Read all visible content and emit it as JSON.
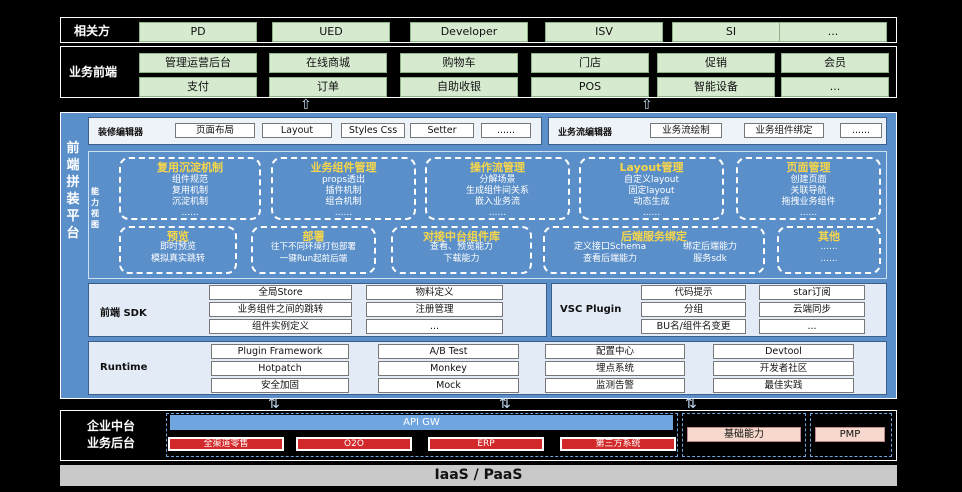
{
  "stakeholders": {
    "label": "相关方",
    "items": [
      "PD",
      "UED",
      "Developer",
      "ISV",
      "SI",
      "..."
    ]
  },
  "frontend": {
    "label": "业务前端",
    "row1": [
      "管理运营后台",
      "在线商城",
      "购物车",
      "门店",
      "促销",
      "会员"
    ],
    "row2": [
      "支付",
      "订单",
      "自助收银",
      "POS",
      "智能设备",
      "..."
    ]
  },
  "platform": {
    "label_chars": [
      "前",
      "端",
      "拼",
      "装",
      "平",
      "台"
    ],
    "decoration_editor": {
      "label": "装修编辑器",
      "tags": [
        "页面布局",
        "Layout",
        "Styles Css",
        "Setter",
        "......"
      ]
    },
    "flow_editor": {
      "label": "业务流编辑器",
      "tags": [
        "业务流绘制",
        "业务组件绑定",
        "......"
      ]
    },
    "capability_view": {
      "label_chars": [
        "能",
        "力",
        "视",
        "图"
      ]
    },
    "capabilities_row1": [
      {
        "title": "复用沉淀机制",
        "lines": [
          "组件规范",
          "复用机制",
          "沉淀机制",
          "......"
        ]
      },
      {
        "title": "业务组件管理",
        "lines": [
          "props透出",
          "插件机制",
          "组合机制",
          "......"
        ]
      },
      {
        "title": "操作流管理",
        "lines": [
          "分解场景",
          "生成组件间关系",
          "嵌入业务流",
          "......"
        ]
      },
      {
        "title": "Layout管理",
        "lines": [
          "自定义layout",
          "固定layout",
          "动态生成",
          "......"
        ]
      },
      {
        "title": "页面管理",
        "lines": [
          "创建页面",
          "关联导航",
          "拖拽业务组件",
          "......"
        ]
      }
    ],
    "capabilities_row2": [
      {
        "title": "预览",
        "lines": [
          "即时预览",
          "模拟真实跳转"
        ]
      },
      {
        "title": "部署",
        "lines": [
          "往下不同环境打包部署",
          "一键Run起前后端"
        ]
      },
      {
        "title": "对接中台组件库",
        "lines": [
          "查看、预览能力",
          "下载能力"
        ]
      },
      {
        "title": "后端服务绑定",
        "lines_left": [
          "定义接口Schema",
          "查看后端能力"
        ],
        "lines_right": [
          "绑定后端能力",
          "服务sdk"
        ]
      },
      {
        "title": "其他",
        "lines": [
          "......",
          "......"
        ]
      }
    ],
    "sdk": {
      "label": "前端 SDK",
      "col1": [
        "全局Store",
        "业务组件之间的跳转",
        "组件实例定义"
      ],
      "col2": [
        "物料定义",
        "注册管理",
        "..."
      ]
    },
    "vsc": {
      "label": "VSC Plugin",
      "col1": [
        "代码提示",
        "分组",
        "BU名/组件名变更"
      ],
      "col2": [
        "star订阅",
        "云端同步",
        "..."
      ]
    },
    "runtime": {
      "label": "Runtime",
      "col1": [
        "Plugin Framework",
        "Hotpatch",
        "安全加固"
      ],
      "col2": [
        "A/B Test",
        "Monkey",
        "Mock"
      ],
      "col3": [
        "配置中心",
        "埋点系统",
        "监测告警"
      ],
      "col4": [
        "Devtool",
        "开发者社区",
        "最佳实践"
      ]
    }
  },
  "backend": {
    "label": [
      "企业中台",
      "业务后台"
    ],
    "api": "API GW",
    "systems": [
      "全渠道零售",
      "O2O",
      "ERP",
      "第三方系统"
    ],
    "base": "基础能力",
    "pmp": "PMP"
  },
  "iaas": "IaaS / PaaS",
  "colors": {
    "chip": "#d6ead0",
    "platform_blue": "#5b8fc9",
    "title_yellow": "#f7d64a",
    "api_blue": "#6fa6e0",
    "system_red": "#d22a2a"
  }
}
